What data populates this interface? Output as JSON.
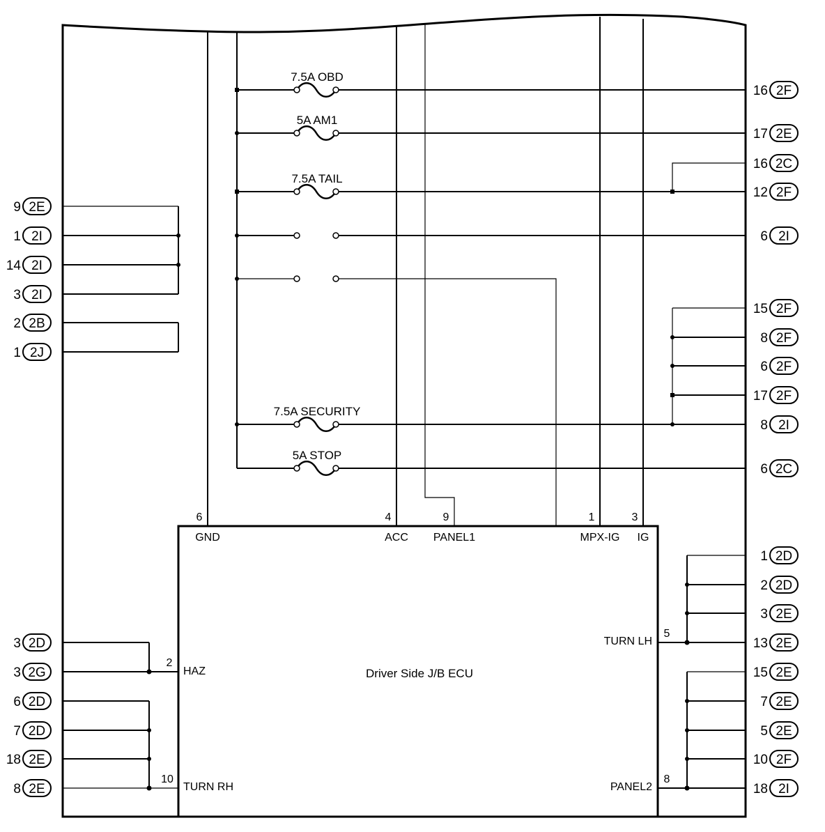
{
  "title": "Driver Side J/B ECU",
  "fuses": [
    "7.5A OBD",
    "5A AM1",
    "7.5A TAIL",
    "7.5A SECURITY",
    "5A STOP"
  ],
  "ecu_pins": [
    {
      "num": "6",
      "name": "GND"
    },
    {
      "num": "4",
      "name": "ACC"
    },
    {
      "num": "9",
      "name": "PANEL1"
    },
    {
      "num": "1",
      "name": "MPX-IG"
    },
    {
      "num": "3",
      "name": "IG"
    },
    {
      "num": "2",
      "name": "HAZ"
    },
    {
      "num": "10",
      "name": "TURN RH"
    },
    {
      "num": "5",
      "name": "TURN LH"
    },
    {
      "num": "8",
      "name": "PANEL2"
    }
  ],
  "connectors_left": [
    {
      "pin": "9",
      "conn": "2E"
    },
    {
      "pin": "1",
      "conn": "2I"
    },
    {
      "pin": "14",
      "conn": "2I"
    },
    {
      "pin": "3",
      "conn": "2I"
    },
    {
      "pin": "2",
      "conn": "2B"
    },
    {
      "pin": "1",
      "conn": "2J"
    },
    {
      "pin": "3",
      "conn": "2D"
    },
    {
      "pin": "3",
      "conn": "2G"
    },
    {
      "pin": "6",
      "conn": "2D"
    },
    {
      "pin": "7",
      "conn": "2D"
    },
    {
      "pin": "18",
      "conn": "2E"
    },
    {
      "pin": "8",
      "conn": "2E"
    }
  ],
  "connectors_right": [
    {
      "pin": "16",
      "conn": "2F"
    },
    {
      "pin": "17",
      "conn": "2E"
    },
    {
      "pin": "16",
      "conn": "2C"
    },
    {
      "pin": "12",
      "conn": "2F"
    },
    {
      "pin": "6",
      "conn": "2I"
    },
    {
      "pin": "15",
      "conn": "2F"
    },
    {
      "pin": "8",
      "conn": "2F"
    },
    {
      "pin": "6",
      "conn": "2F"
    },
    {
      "pin": "17",
      "conn": "2F"
    },
    {
      "pin": "8",
      "conn": "2I"
    },
    {
      "pin": "6",
      "conn": "2C"
    },
    {
      "pin": "1",
      "conn": "2D"
    },
    {
      "pin": "2",
      "conn": "2D"
    },
    {
      "pin": "3",
      "conn": "2E"
    },
    {
      "pin": "13",
      "conn": "2E"
    },
    {
      "pin": "15",
      "conn": "2E"
    },
    {
      "pin": "7",
      "conn": "2E"
    },
    {
      "pin": "5",
      "conn": "2E"
    },
    {
      "pin": "10",
      "conn": "2F"
    },
    {
      "pin": "18",
      "conn": "2I"
    }
  ]
}
